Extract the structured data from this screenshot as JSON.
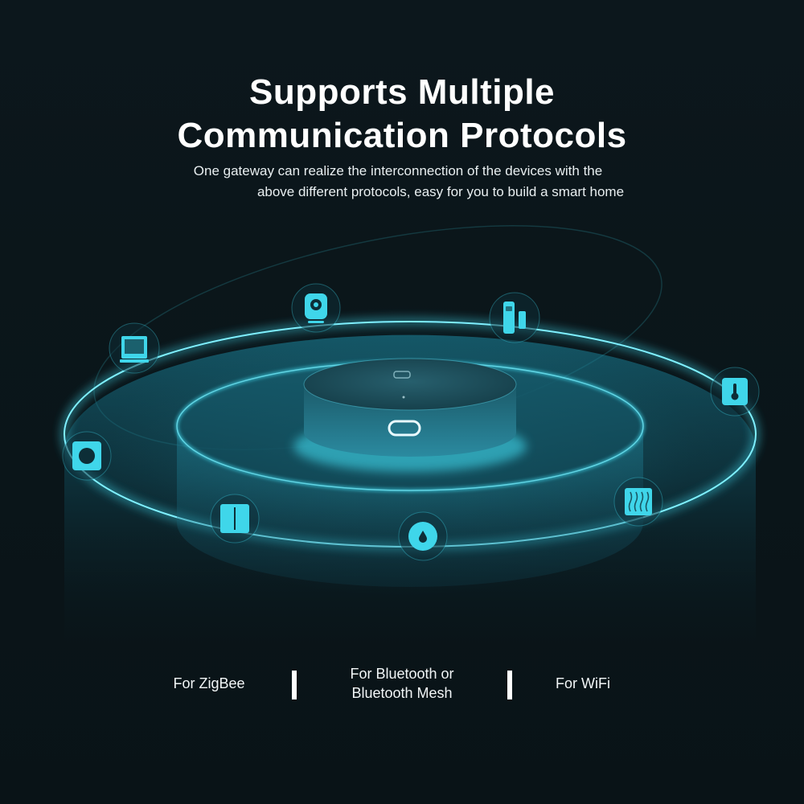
{
  "header": {
    "title_line1": "Supports Multiple",
    "title_line2": "Communication Protocols",
    "subtitle_line1": "One gateway can realize the interconnection of the devices with the",
    "subtitle_line2": "above different protocols, easy for you to build a smart home"
  },
  "protocols": {
    "zigbee": "For ZigBee",
    "bluetooth_line1": "For Bluetooth or",
    "bluetooth_line2": "Bluetooth Mesh",
    "wifi": "For WiFi"
  },
  "colors": {
    "background": "#0a151a",
    "accent": "#3fd6ea",
    "glow": "#1aa8c4",
    "text": "#ffffff"
  },
  "devices": [
    "camera-icon",
    "door-sensor-icon",
    "temperature-sensor-icon",
    "curtain-switch-icon",
    "water-leak-sensor-icon",
    "wall-switch-icon",
    "smart-plug-icon",
    "display-panel-icon"
  ]
}
